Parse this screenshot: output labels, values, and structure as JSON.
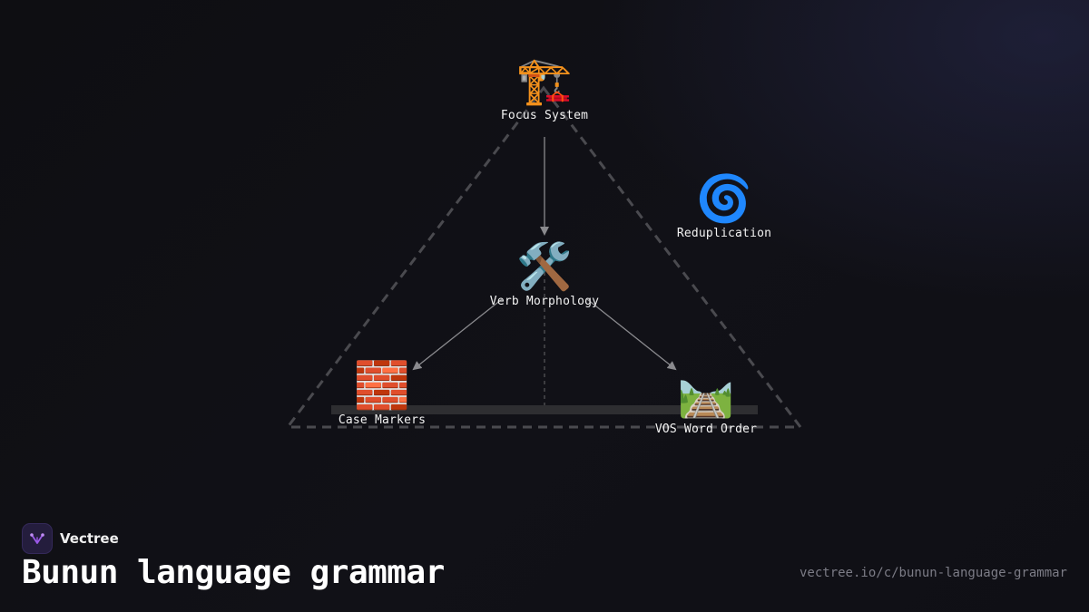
{
  "diagram": {
    "nodes": {
      "focus": {
        "emoji": "🏗️",
        "label": "Focus System"
      },
      "reduplication": {
        "emoji": "🌀",
        "label": "Reduplication"
      },
      "verb": {
        "emoji": "🛠️",
        "label": "Verb Morphology"
      },
      "case": {
        "emoji": "🧱",
        "label": "Case Markers"
      },
      "vos": {
        "emoji": "🛤️",
        "label": "VOS Word Order"
      }
    },
    "edges": [
      {
        "from": "Focus System",
        "to": "Verb Morphology"
      },
      {
        "from": "Verb Morphology",
        "to": "Case Markers"
      },
      {
        "from": "Verb Morphology",
        "to": "VOS Word Order"
      }
    ]
  },
  "brand": {
    "name": "Vectree",
    "logo_icon": "vectree-logo-icon",
    "accent": "#9b59e8"
  },
  "page": {
    "title": "Bunun language grammar",
    "url": "vectree.io/c/bunun-language-grammar"
  },
  "colors": {
    "background": "#0f0f13",
    "triangle_outline": "#4a4a4f",
    "arrow": "#8a8a8e",
    "text": "#f2f2f2",
    "muted": "#7c7c86"
  }
}
